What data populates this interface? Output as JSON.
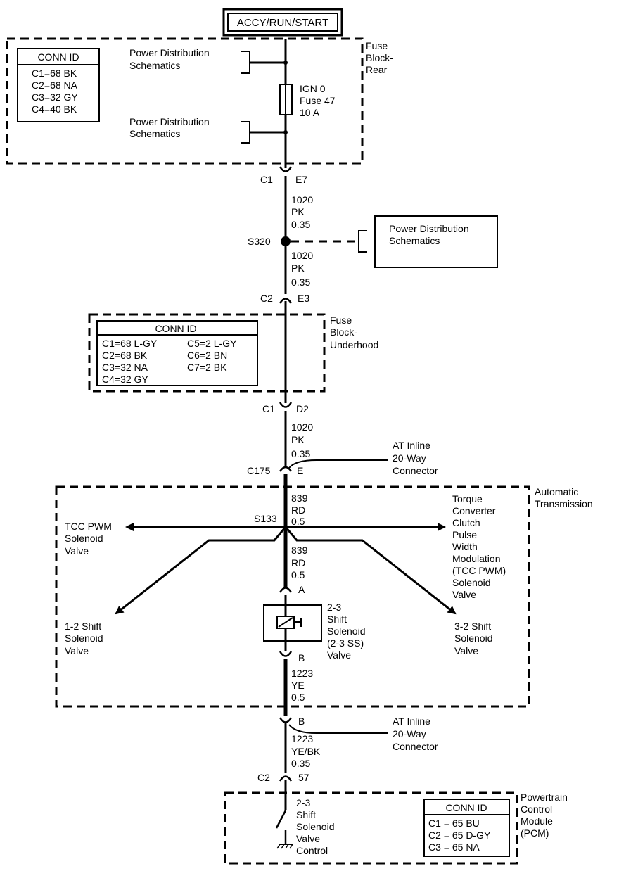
{
  "title": "ACCY/RUN/START",
  "fuse_block_rear": {
    "label": [
      "Fuse",
      "Block-",
      "Rear"
    ],
    "conn_id_title": "CONN ID",
    "conn_ids": [
      "C1=68 BK",
      "C2=68 NA",
      "C3=32 GY",
      "C4=40 BK"
    ],
    "pds_top": [
      "Power Distribution",
      "Schematics"
    ],
    "pds_bottom": [
      "Power Distribution",
      "Schematics"
    ],
    "fuse": [
      "IGN 0",
      "Fuse 47",
      "10 A"
    ]
  },
  "conn_c1_e7": {
    "left": "C1",
    "right": "E7"
  },
  "wire_1": [
    "1020",
    "PK",
    "0.35"
  ],
  "splice_s320": {
    "label": "S320",
    "pds": [
      "Power Distribution",
      "Schematics"
    ]
  },
  "wire_2": [
    "1020",
    "PK",
    "0.35"
  ],
  "conn_c2_e3": {
    "left": "C2",
    "right": "E3"
  },
  "fuse_block_underhood": {
    "label": [
      "Fuse",
      "Block-",
      "Underhood"
    ],
    "conn_id_title": "CONN ID",
    "conn_ids_left": [
      "C1=68 L-GY",
      "C2=68 BK",
      "C3=32 NA",
      "C4=32 GY"
    ],
    "conn_ids_right": [
      "C5=2 L-GY",
      "C6=2 BN",
      "C7=2 BK"
    ]
  },
  "conn_c1_d2": {
    "left": "C1",
    "right": "D2"
  },
  "wire_3": [
    "1020",
    "PK",
    "0.35"
  ],
  "inline_1": {
    "conn": "C175",
    "pin": "E",
    "label": [
      "AT Inline",
      "20-Way",
      "Connector"
    ]
  },
  "automatic_transmission": {
    "label": [
      "Automatic",
      "Transmission"
    ],
    "wire_4": [
      "839",
      "RD",
      "0.5"
    ],
    "splice": "S133",
    "tcc_pwm_left": [
      "TCC PWM",
      "Solenoid",
      "Valve"
    ],
    "tcc_pwm_right": [
      "Torque",
      "Converter",
      "Clutch",
      "Pulse",
      "Width",
      "Modulation",
      "(TCC PWM)",
      "Solenoid",
      "Valve"
    ],
    "wire_5": [
      "839",
      "RD",
      "0.5"
    ],
    "pin_a": "A",
    "shift_12": [
      "1-2 Shift",
      "Solenoid",
      "Valve"
    ],
    "shift_32": [
      "3-2 Shift",
      "Solenoid",
      "Valve"
    ],
    "solenoid_23": [
      "2-3",
      "Shift",
      "Solenoid",
      "(2-3 SS)",
      "Valve"
    ],
    "pin_b": "B",
    "wire_6": [
      "1223",
      "YE",
      "0.5"
    ]
  },
  "inline_2": {
    "pin": "B",
    "label": [
      "AT Inline",
      "20-Way",
      "Connector"
    ]
  },
  "wire_7": [
    "1223",
    "YE/BK",
    "0.35"
  ],
  "conn_c2_57": {
    "left": "C2",
    "right": "57"
  },
  "pcm": {
    "label": [
      "Powertrain",
      "Control",
      "Module",
      "(PCM)"
    ],
    "control": [
      "2-3",
      "Shift",
      "Solenoid",
      "Valve",
      "Control"
    ],
    "conn_id_title": "CONN ID",
    "conn_ids": [
      "C1 = 65 BU",
      "C2 = 65 D-GY",
      "C3 = 65 NA"
    ]
  }
}
